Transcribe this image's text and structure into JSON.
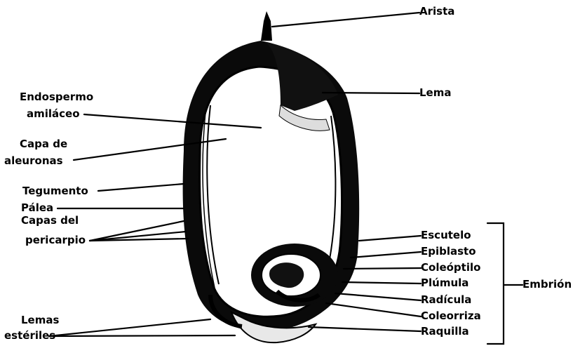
{
  "labels": {
    "arista": "Arista",
    "lema": "Lema",
    "endospermo_1": "Endospermo",
    "endospermo_2": "amiláceo",
    "aleurona_1": "Capa de",
    "aleurona_2": "aleuronas",
    "tegumento": "Tegumento",
    "palea": "Pálea",
    "pericarpio_1": "Capas del",
    "pericarpio_2": "pericarpio",
    "escutelo": "Escutelo",
    "epiblasto": "Epiblasto",
    "coleoptilo": "Coleóptilo",
    "plumula": "Plúmula",
    "radicula": "Radícula",
    "coleorriza": "Coleorriza",
    "raquilla": "Raquilla",
    "embrion": "Embrión",
    "lemas_1": "Lemas",
    "lemas_2": "estériles"
  }
}
